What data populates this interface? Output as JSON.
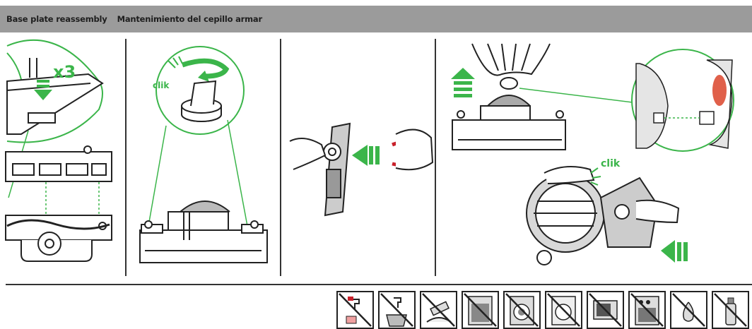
{
  "header": {
    "title_en": "Base plate reassembly",
    "title_es": "Mantenimiento del cepillo armar"
  },
  "panel1": {
    "multiplier": "x3"
  },
  "panel2": {
    "sound_label": "clik"
  },
  "panel4": {
    "sound_label": "clik"
  },
  "colors": {
    "accent": "#3bb54a",
    "header_bg": "#9b9b9b",
    "line": "#222222",
    "highlight": "#e0604a"
  },
  "warning_icons": [
    {
      "name": "no-faucet-water-icon"
    },
    {
      "name": "no-faucet-bucket-icon"
    },
    {
      "name": "no-brush-icon"
    },
    {
      "name": "no-dishwasher-icon"
    },
    {
      "name": "no-washing-machine-icon"
    },
    {
      "name": "no-dryer-icon"
    },
    {
      "name": "no-oven-icon"
    },
    {
      "name": "no-stove-icon"
    },
    {
      "name": "no-fire-icon"
    },
    {
      "name": "no-spray-icon"
    }
  ]
}
